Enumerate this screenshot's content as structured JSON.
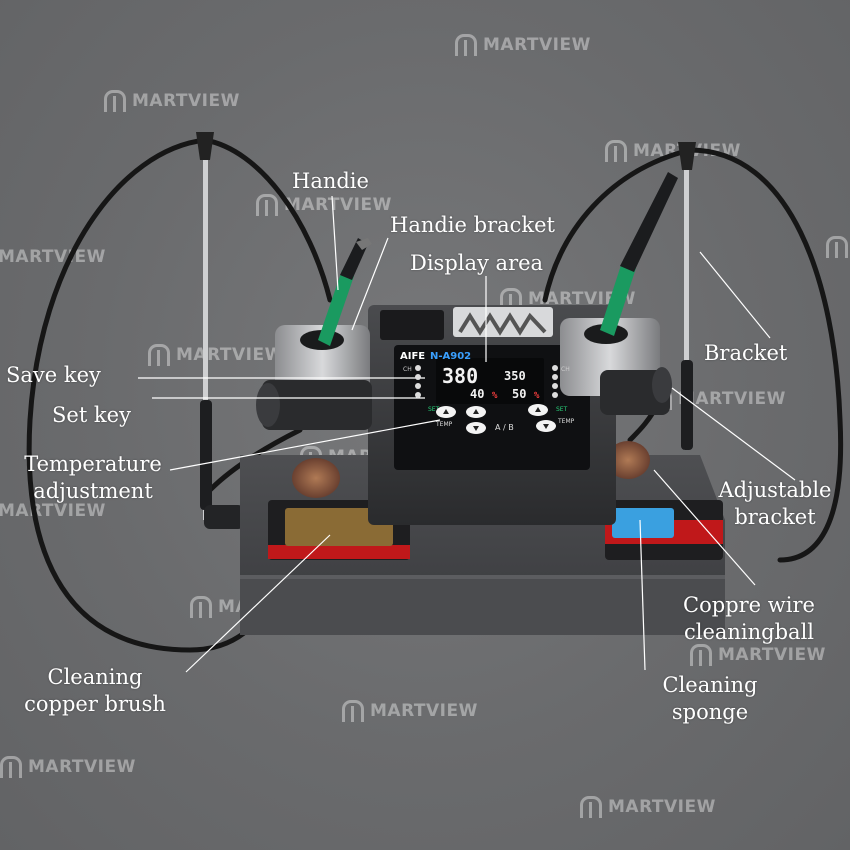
{
  "watermark": "MARTVIEW",
  "labels": {
    "handle": "Handie",
    "handle_bracket": "Handie bracket",
    "display_area": "Display area",
    "save_key": "Save key",
    "set_key": "Set key",
    "temperature_adjustment_line1": "Temperature",
    "temperature_adjustment_line2": "adjustment",
    "cleaning_copper_brush_line1": "Cleaning",
    "cleaning_copper_brush_line2": "copper brush",
    "bracket": "Bracket",
    "adjustable_bracket_line1": "Adjustable",
    "adjustable_bracket_line2": "bracket",
    "copper_wire_ball_line1": "Coppre wire",
    "copper_wire_ball_line2": "cleaningball",
    "cleaning_sponge_line1": "Cleaning",
    "cleaning_sponge_line2": "sponge"
  },
  "device": {
    "brand": "AIFE",
    "model": "N-A902",
    "display_left_temp": "380",
    "display_right_temp": "350",
    "display_left_power": "40",
    "display_right_power": "50",
    "percent_sign": "%",
    "ch_label": "CH",
    "set_label": "SET",
    "temp_label": "TEMP",
    "ab_label": "A / B"
  },
  "colors": {
    "background": "#6b6c6e",
    "label_text": "#ffffff",
    "handle_green": "#1a9a60",
    "display_white": "#f2f2f2",
    "display_red": "#ff4040",
    "sponge_blue": "#3aa0e0",
    "tray_red": "#d01818"
  }
}
